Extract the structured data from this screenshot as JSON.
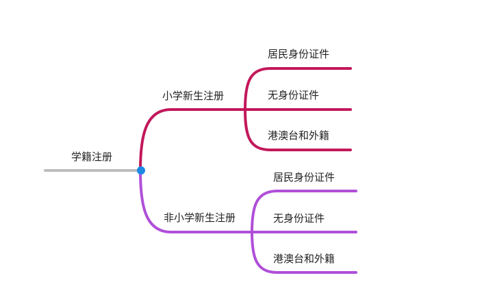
{
  "mindmap": {
    "root": {
      "label": "学籍注册",
      "line_color": "#bdbdbd",
      "dot_color": "#1e88e5"
    },
    "branches": [
      {
        "label": "小学新生注册",
        "color": "#c2185b",
        "children": [
          {
            "label": "居民身份证件"
          },
          {
            "label": "无身份证件"
          },
          {
            "label": "港澳台和外籍"
          }
        ]
      },
      {
        "label": "非小学新生注册",
        "color": "#b04fd8",
        "children": [
          {
            "label": "居民身份证件"
          },
          {
            "label": "无身份证件"
          },
          {
            "label": "港澳台和外籍"
          }
        ]
      }
    ]
  }
}
